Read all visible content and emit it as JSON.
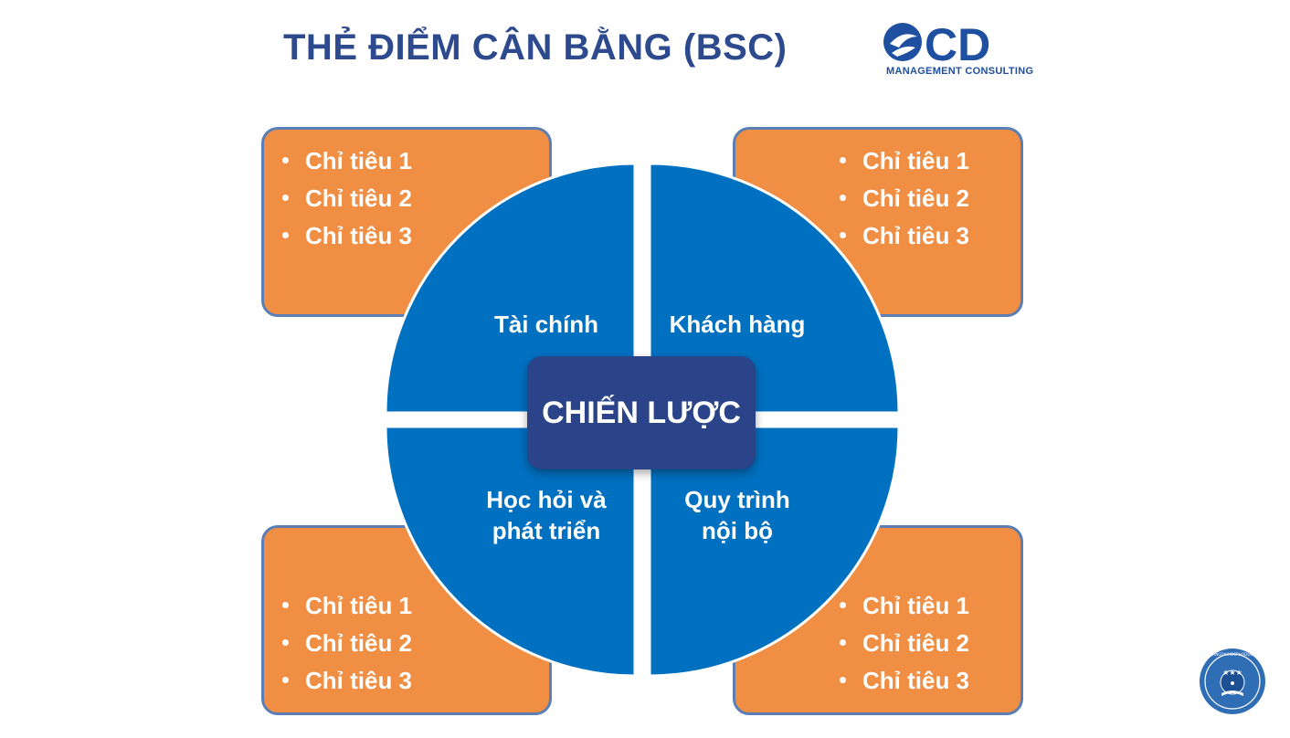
{
  "title": "THẺ ĐIỂM CÂN BẰNG (BSC)",
  "logo": {
    "mark": "CD",
    "subtitle": "MANAGEMENT CONSULTING"
  },
  "center_label": "CHIẾN LƯỢC",
  "quadrants": {
    "tl": "Tài chính",
    "tr": "Khách hàng",
    "bl": [
      "Học hỏi và",
      "phát triển"
    ],
    "br": [
      "Quy trình",
      "nội bộ"
    ]
  },
  "boxes": {
    "tl": [
      "Chỉ tiêu 1",
      "Chỉ tiêu 2",
      "Chỉ tiêu 3"
    ],
    "tr": [
      "Chỉ tiêu 1",
      "Chỉ tiêu 2",
      "Chỉ tiêu 3"
    ],
    "bl": [
      "Chỉ tiêu 1",
      "Chỉ tiêu 2",
      "Chỉ tiêu 3"
    ],
    "br": [
      "Chỉ tiêu 1",
      "Chỉ tiêu 2",
      "Chỉ tiêu 3"
    ]
  },
  "colors": {
    "title": "#2E4A8E",
    "box": "#F08E43",
    "box_border": "#5B7FB5",
    "wheel": "#0070C0",
    "center": "#2B4388"
  },
  "icons": {
    "logo": "scd-logo",
    "badge": "lambangdaihocphoduc-badge"
  },
  "badge_text": "LAMBANGDAIHOCPHODUC.COM"
}
